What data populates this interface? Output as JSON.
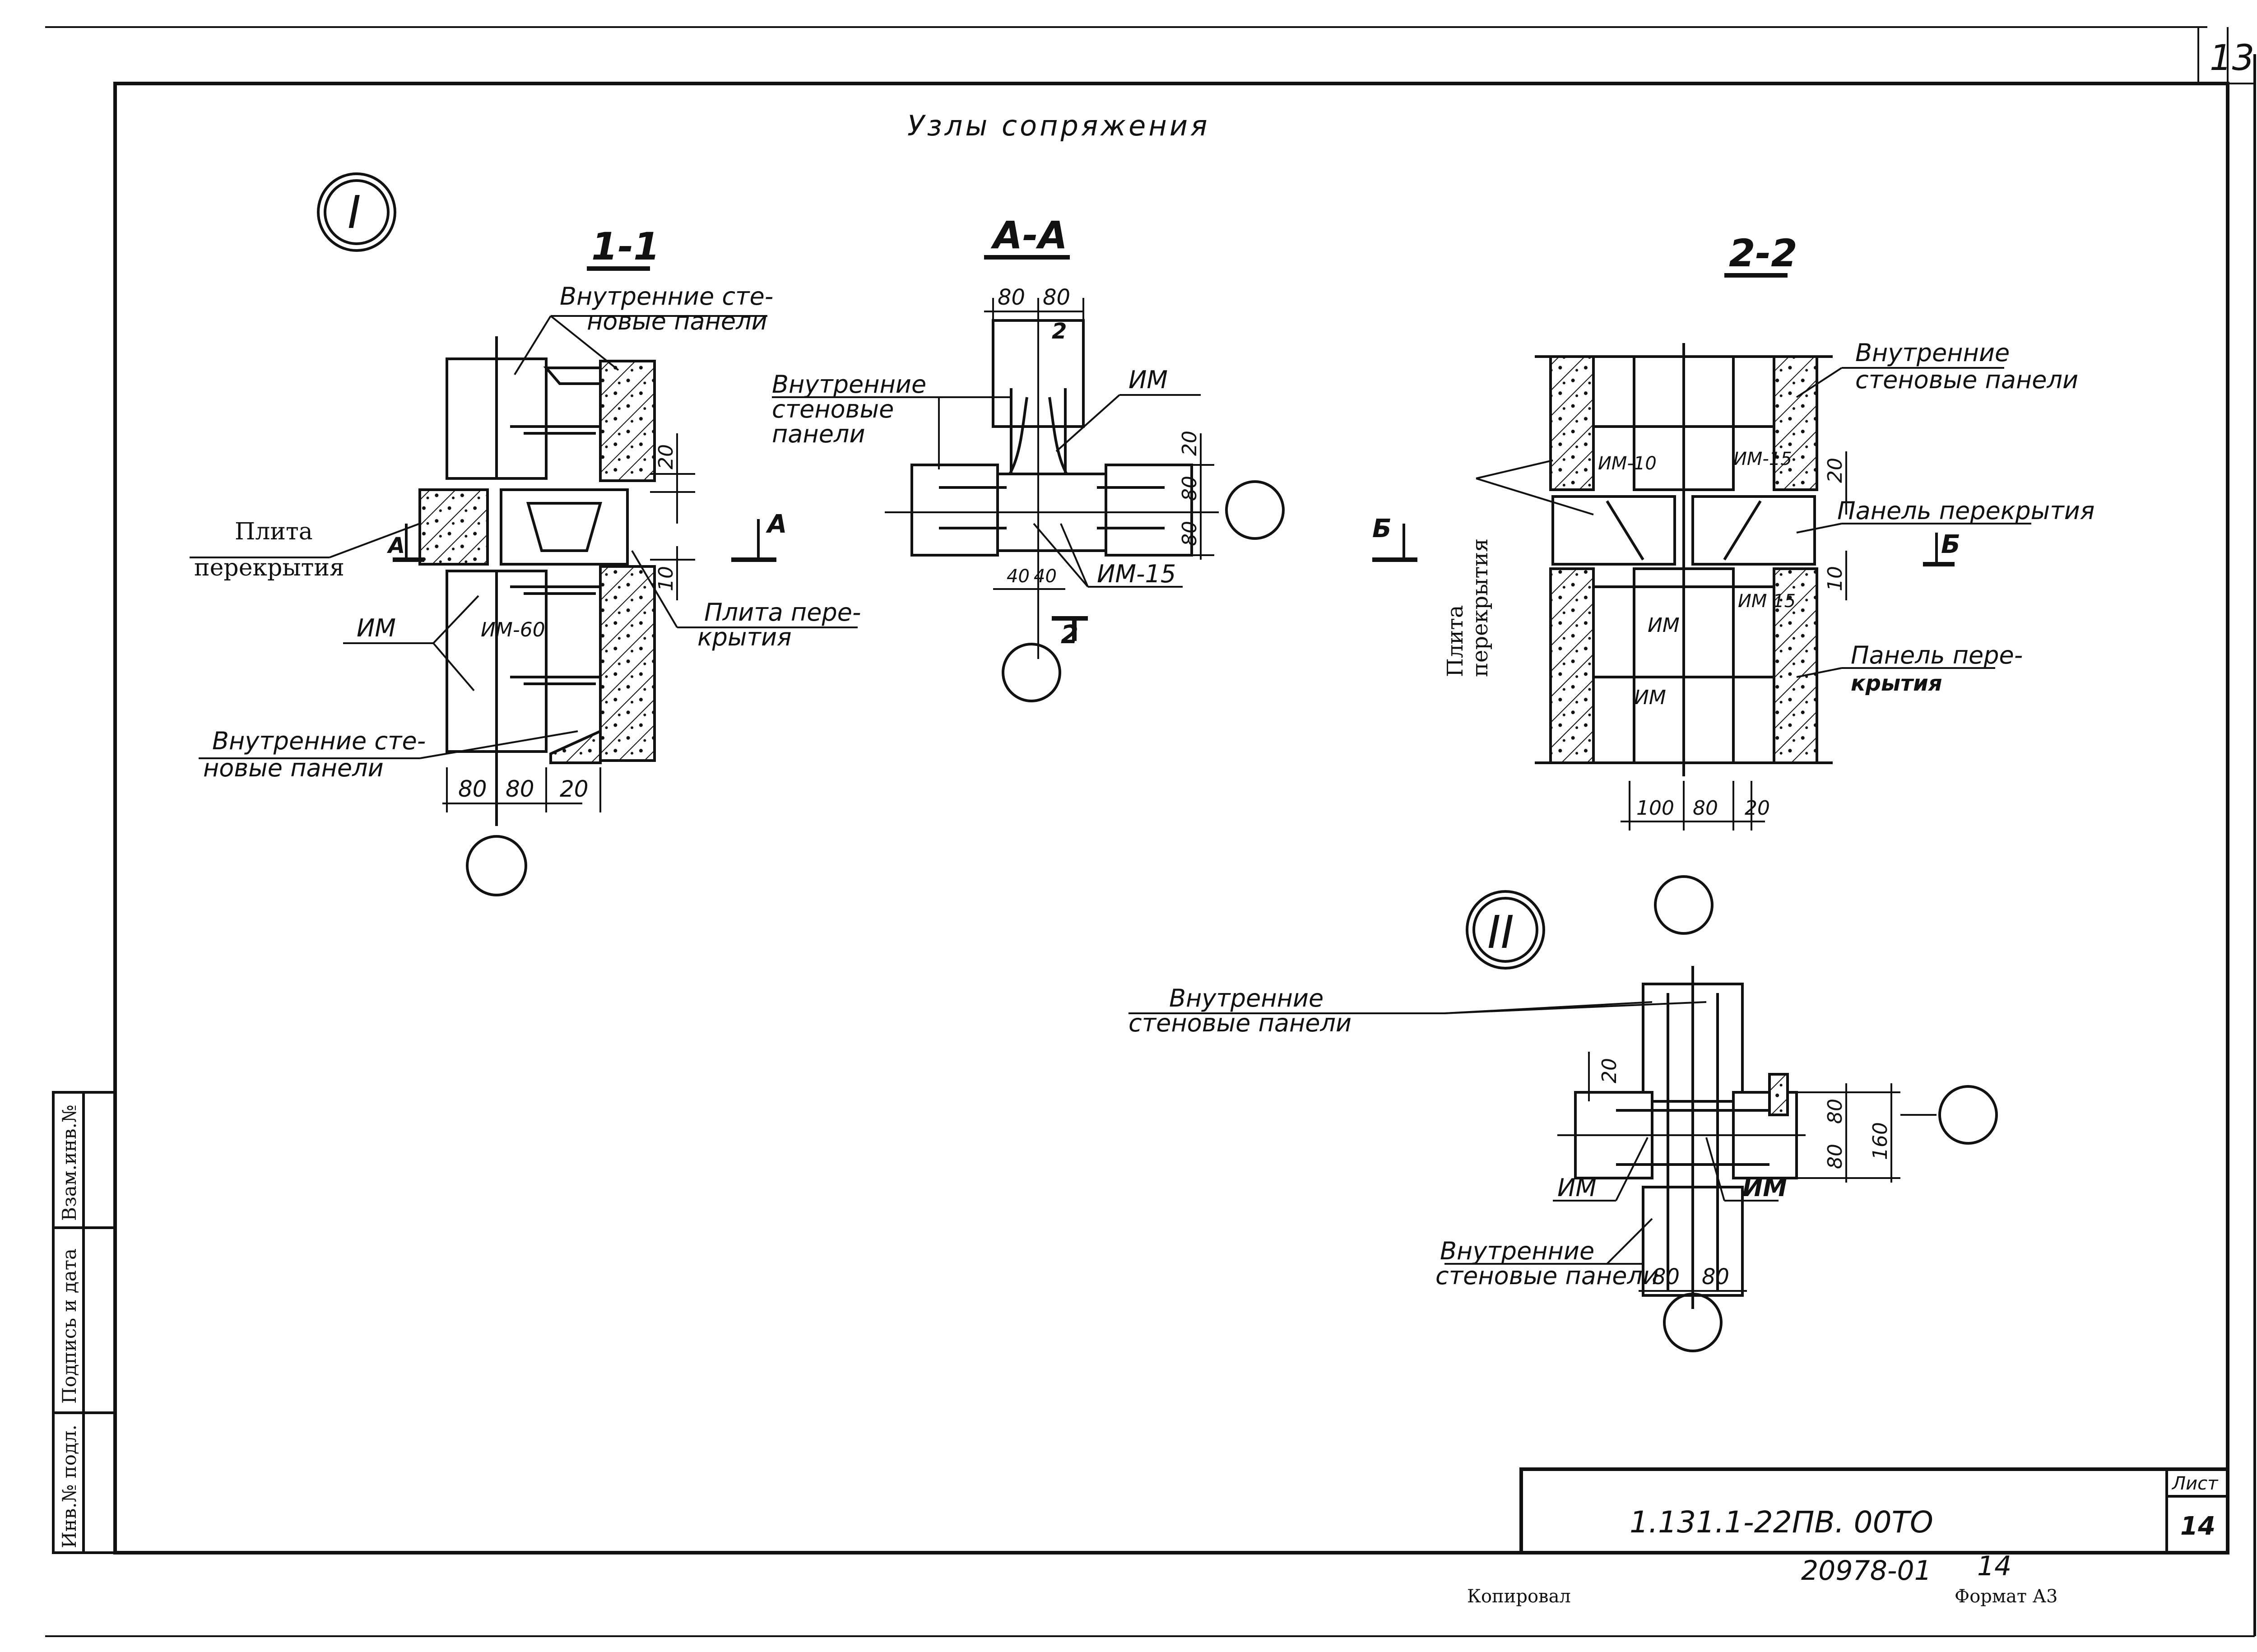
{
  "sheet": {
    "corner_number": "13",
    "title": "Узлы сопряжения",
    "doc_code": "1.131.1-22ПВ. 00ТО",
    "list_label": "Лист",
    "list_number": "14",
    "inventory": "20978-01",
    "inventory_page": "14",
    "copied": "Копировал",
    "format": "Формат А3",
    "stamp": [
      "Взам.инв.№",
      "Подпись и дата",
      "Инв.№ подл."
    ]
  },
  "node_I": {
    "marker": "I",
    "section_1_1": {
      "title": "1-1",
      "labels": {
        "inner_panels_top": [
          "Внутренние сте-",
          "новые панели"
        ],
        "slab_left": [
          "Плита",
          "перекрытия"
        ],
        "slab_right": [
          "Плита пере-",
          "крытия"
        ],
        "im": "ИМ",
        "im60": "ИМ-60",
        "inner_panels_bottom": [
          "Внутренние сте-",
          "новые панели"
        ],
        "cut_a": "А"
      },
      "dims": {
        "d20": "20",
        "d10": "10",
        "b80a": "80",
        "b80b": "80",
        "b20": "20"
      }
    },
    "section_A_A": {
      "title": "А-А",
      "labels": {
        "inner_panels": [
          "Внутренние",
          "стеновые",
          "панели"
        ],
        "im": "ИМ",
        "im15": "ИМ-15",
        "cut_2": "2"
      },
      "dims": {
        "t80a": "80",
        "t80b": "80",
        "t2": "2",
        "r20": "20",
        "r80a": "80",
        "r80b": "80",
        "b40a": "40",
        "b40b": "40"
      }
    },
    "section_2_2": {
      "title": "2-2",
      "labels": {
        "inner_panels": [
          "Внутренние",
          "стеновые панели"
        ],
        "slab": [
          "Плита",
          "перекрытия"
        ],
        "floor_panel_1": "Панель перекрытия",
        "floor_panel_2": [
          "Панель пере-",
          "крытия"
        ],
        "im10": "ИМ-10",
        "im15a": "ИМ-15",
        "im15b": "ИМ 15",
        "im": "ИМ",
        "im2": "ИМ",
        "cut_b": "Б"
      },
      "dims": {
        "r20": "20",
        "r10": "10",
        "b100": "100",
        "b80": "80",
        "b20": "20"
      }
    }
  },
  "node_II": {
    "marker": "II",
    "labels": {
      "inner_panels_top": [
        "Внутренние",
        "стеновые панели"
      ],
      "inner_panels_bottom": [
        "Внутренние",
        "стеновые панели"
      ],
      "im_left": "ИМ",
      "im_right": "ИМ"
    },
    "dims": {
      "v20": "20",
      "r80a": "80",
      "r80b": "80",
      "r160": "160",
      "b80a": "80",
      "b80b": "80"
    }
  }
}
